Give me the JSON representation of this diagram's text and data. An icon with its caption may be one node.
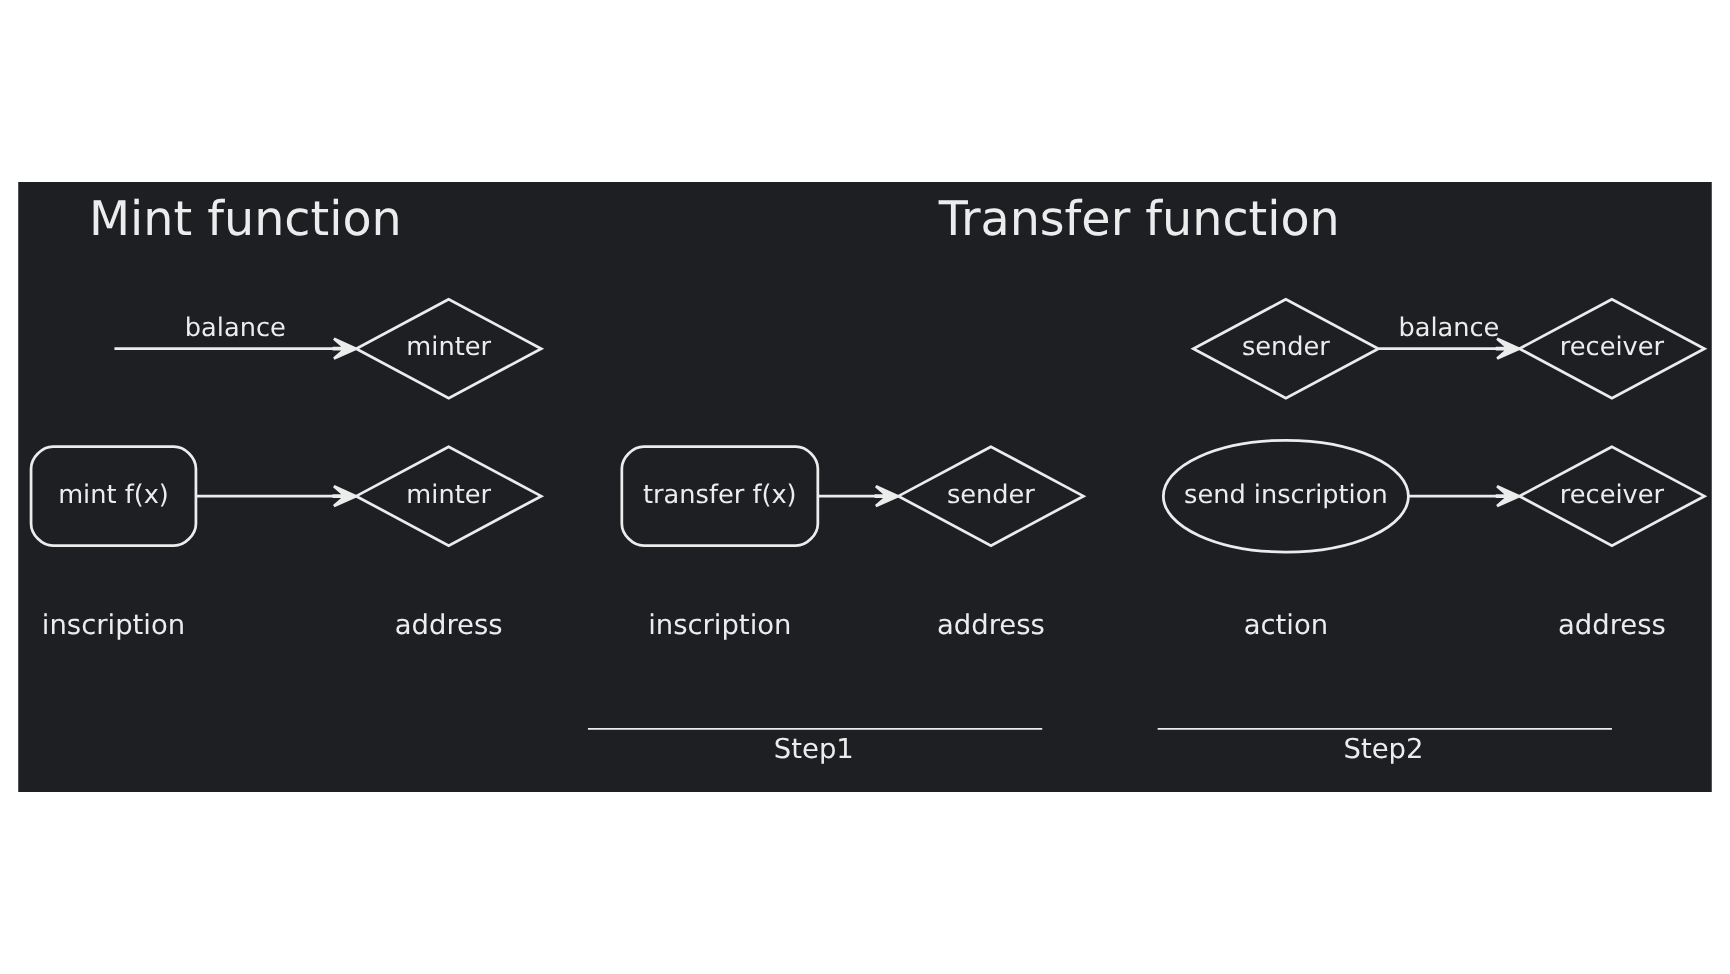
{
  "diagram": {
    "nodes": [
      {
        "text": [
          "minter"
        ]
      },
      {
        "text": [
          "mint f(x)"
        ],
        "beside": [
          "inscription"
        ]
      },
      {
        "text": [
          "minter"
        ],
        "beside": [
          "address"
        ]
      },
      {
        "text": [
          "transfer f(x)"
        ],
        "beside": [
          "inscription"
        ]
      },
      {
        "text": [
          "sender"
        ],
        "beside": [
          "address"
        ]
      },
      {
        "text": [
          "sender"
        ]
      },
      {
        "text": [
          "receiver"
        ]
      },
      {
        "text": [
          "send inscription"
        ],
        "beside": [
          "action"
        ]
      },
      {
        "text": [
          "receiver"
        ],
        "beside": [
          "address"
        ]
      }
    ],
    "edges": [
      {
        "from": null,
        "to": 0,
        "arrow": "to",
        "label": "balance"
      },
      {
        "from": 1,
        "to": 2,
        "arrow": "to"
      },
      {
        "from": 3,
        "to": 4,
        "arrow": "to"
      },
      {
        "from": 5,
        "to": 6,
        "arrow": "to",
        "label": "balance"
      },
      {
        "from": 7,
        "to": 8,
        "arrow": "to"
      }
    ],
    "labels": [
      "Mint function",
      "Transfer function",
      "Step1",
      "Step2"
    ]
  }
}
